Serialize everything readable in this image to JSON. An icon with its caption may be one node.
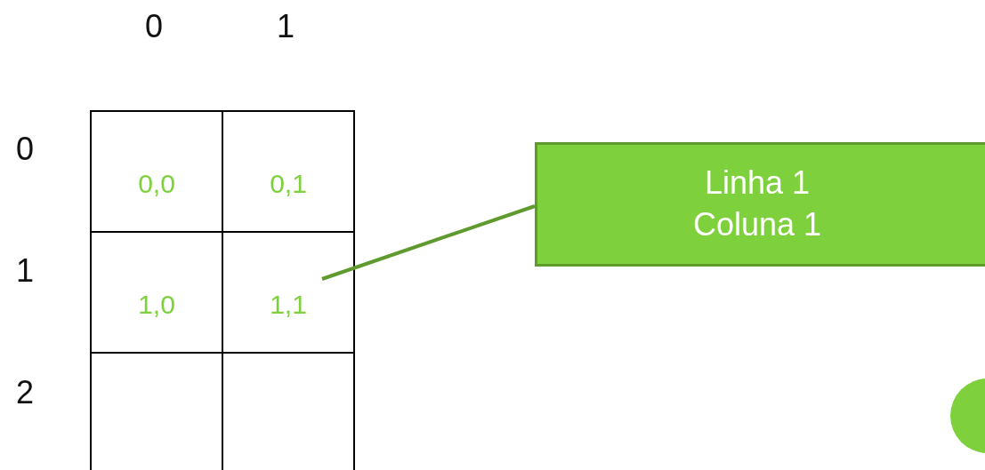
{
  "diagram": {
    "nodes": [
      {
        "text": [
          "0,0"
        ]
      },
      {
        "text": [
          "0,1"
        ]
      },
      {
        "text": [
          "1,0"
        ]
      },
      {
        "text": [
          "1,1"
        ]
      },
      {
        "text": [],
        "shape": "box"
      },
      {
        "text": [],
        "shape": "box"
      },
      {
        "text": [
          "Linha 1 Coluna 1"
        ]
      },
      {
        "text": [],
        "shape": "circle"
      }
    ],
    "edges": [
      {
        "from": 6,
        "to": 3,
        "arrow": "none"
      }
    ],
    "labels": [
      "0",
      "1",
      "0",
      "1",
      "2"
    ]
  }
}
